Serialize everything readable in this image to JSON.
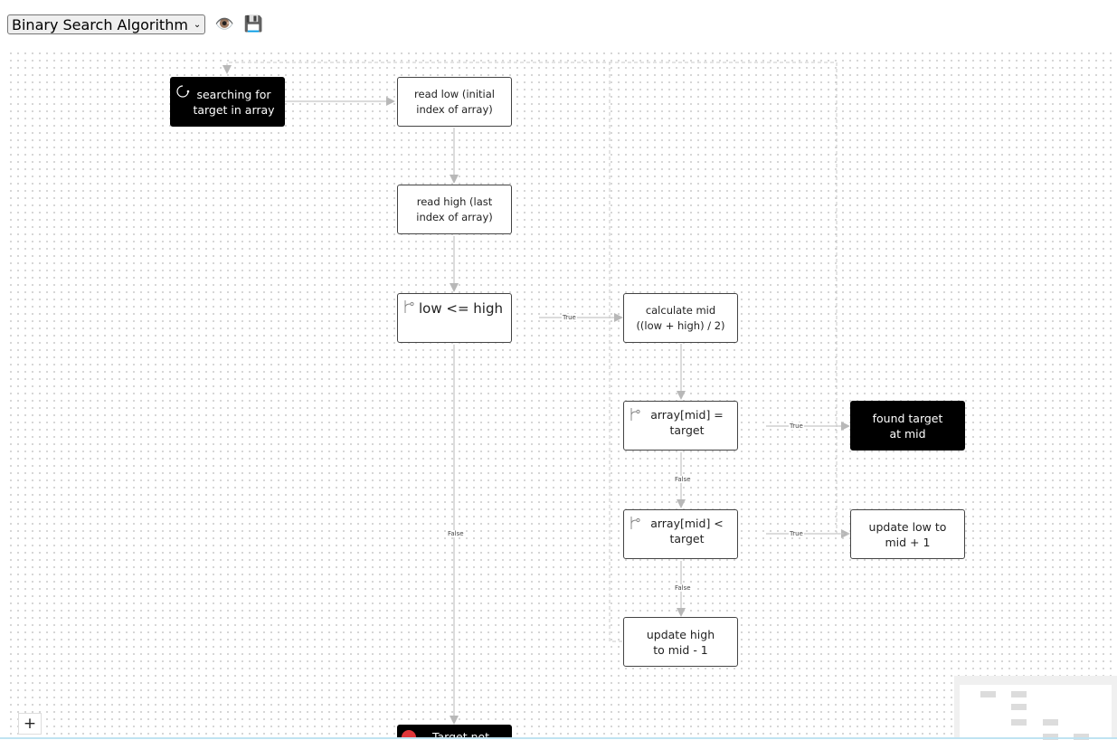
{
  "toolbar": {
    "selected_diagram": "Binary Search Algorithm",
    "view_icon": "👁️",
    "save_icon": "💾"
  },
  "nodes": {
    "start": "searching for\ntarget in array",
    "read_low": "read low (initial\nindex of array)",
    "read_high": "read high (last\nindex of array)",
    "cond_low_high": "low <= high",
    "calc_mid": "calculate mid\n((low + high) / 2)",
    "cond_equal": "array[mid] =\ntarget",
    "found": "found target\nat mid",
    "cond_less": "array[mid] <\ntarget",
    "update_low": "update low to\nmid + 1",
    "update_high": "update high\nto mid - 1",
    "not_found": "Target not"
  },
  "edge_labels": {
    "true_mid": "True",
    "true_found": "True",
    "false_less": "False",
    "true_low": "True",
    "false_high": "False",
    "false_end": "False"
  },
  "controls": {
    "add_label": "+"
  }
}
